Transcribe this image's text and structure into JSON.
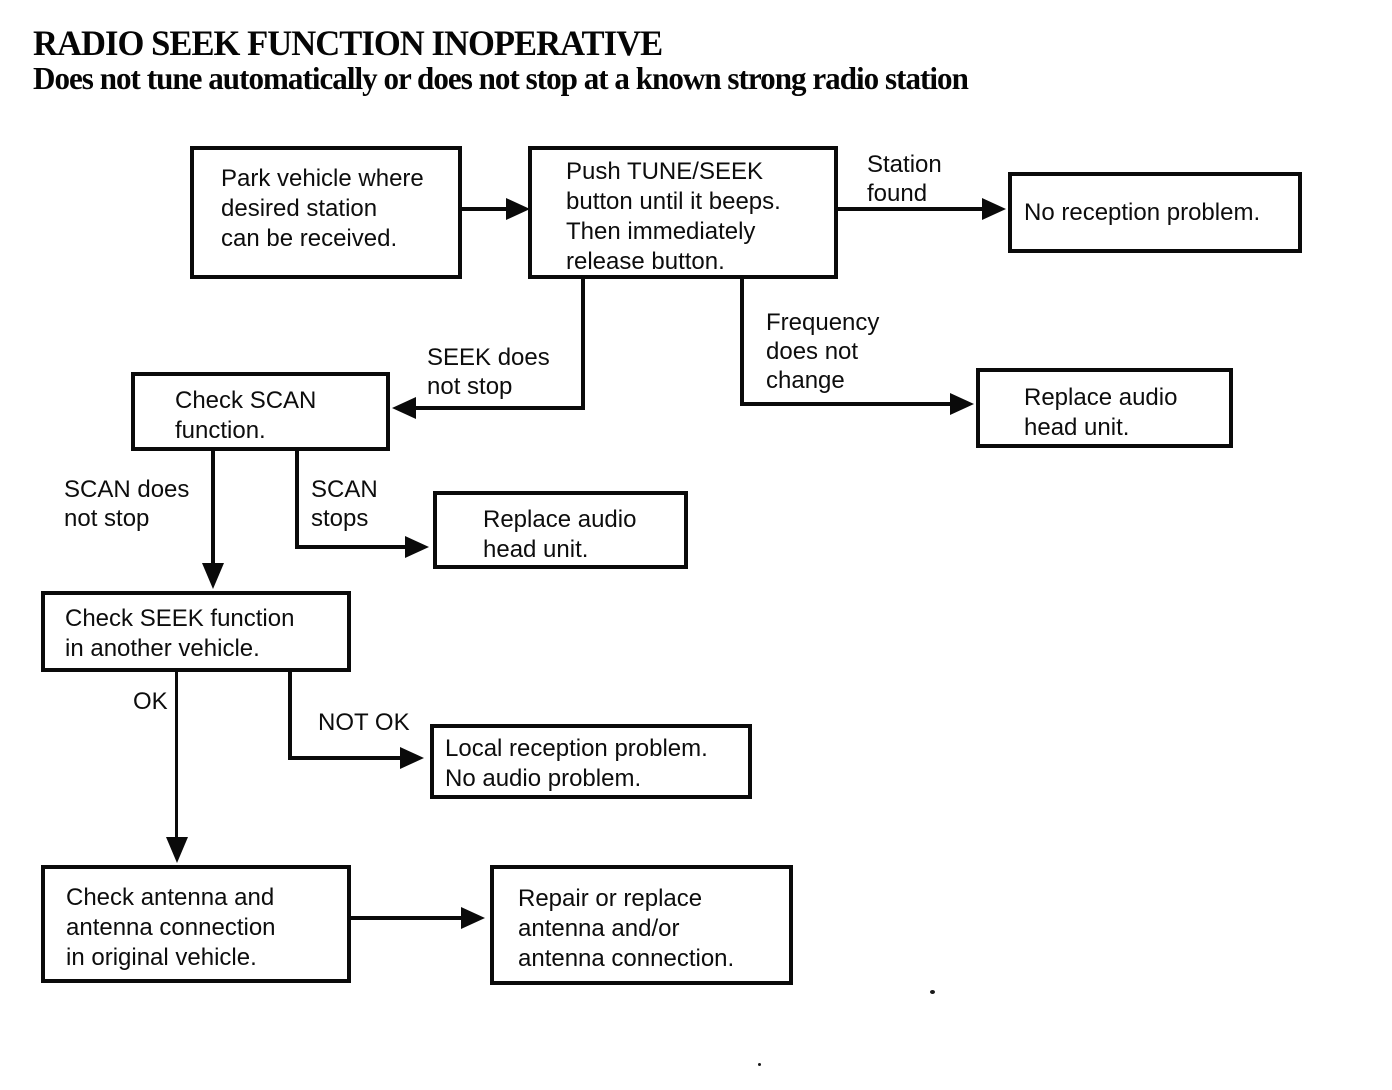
{
  "page": {
    "title": "RADIO SEEK FUNCTION INOPERATIVE",
    "subtitle": "Does not tune automatically or does not stop at a known strong radio station"
  },
  "nodes": {
    "park_vehicle": "Park vehicle where\ndesired station\ncan be received.",
    "push_tune_seek": "Push TUNE/SEEK\nbutton until it beeps.\nThen immediately\nrelease button.",
    "no_reception_problem": "No reception problem.",
    "check_scan": "Check SCAN\nfunction.",
    "replace_audio_head_frequency": "Replace audio\nhead unit.",
    "replace_audio_head_scan": "Replace audio\nhead unit.",
    "check_seek_another_vehicle": "Check SEEK function\nin another vehicle.",
    "local_reception_problem": "Local reception problem.\nNo audio problem.",
    "check_antenna": "Check antenna and\nantenna connection\nin original vehicle.",
    "repair_antenna": "Repair or replace\nantenna and/or\nantenna connection."
  },
  "edge_labels": {
    "station_found": "Station\nfound",
    "seek_does_not_stop": "SEEK does\nnot stop",
    "frequency_does_not_change": "Frequency\ndoes not\nchange",
    "scan_does_not_stop": "SCAN does\nnot stop",
    "scan_stops": "SCAN\nstops",
    "ok": "OK",
    "not_ok": "NOT OK"
  },
  "colors": {
    "ink": "#0a0a0a",
    "paper": "#ffffff"
  }
}
